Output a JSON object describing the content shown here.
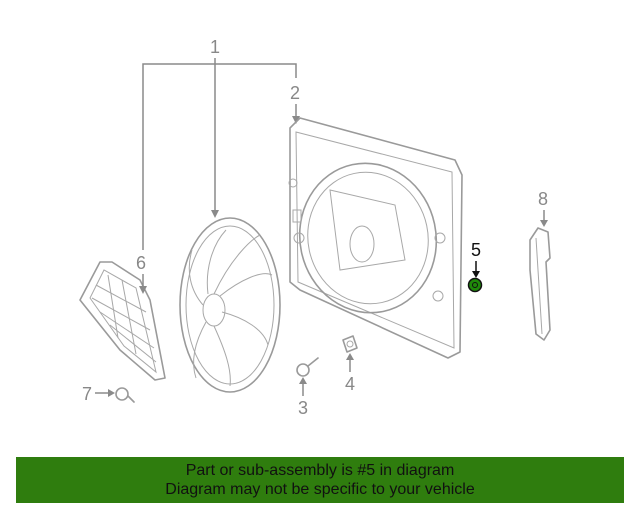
{
  "diagram": {
    "callouts": [
      "1",
      "2",
      "3",
      "4",
      "5",
      "6",
      "7",
      "8"
    ],
    "highlight_color": "#1f8a0a"
  },
  "banner": {
    "line1": "Part or sub-assembly is #5 in diagram",
    "line2": "Diagram may not be specific to your vehicle",
    "background": "#2f7d0e"
  }
}
